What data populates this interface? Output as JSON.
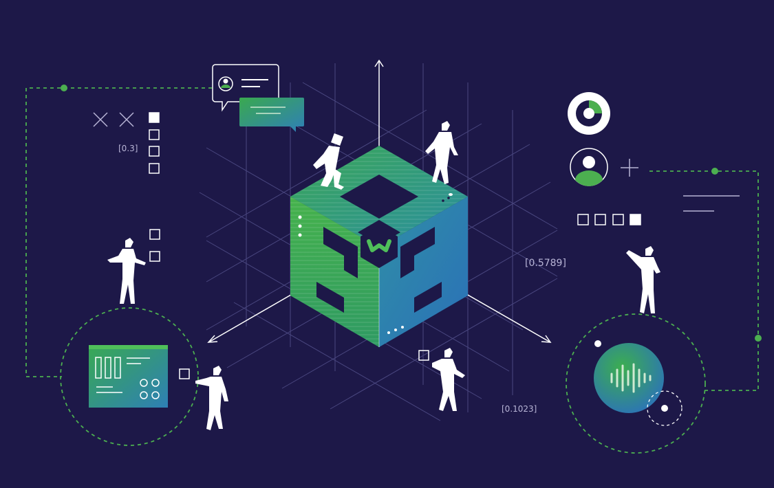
{
  "readouts": {
    "value_a": "[0.3]",
    "value_b": "[0.5789]",
    "value_c": "[0.1023]"
  },
  "colors": {
    "background": "#1d1848",
    "accent_green": "#3fae4f",
    "accent_blue": "#2f86b6",
    "line_white": "#ffffff",
    "dashed_green": "#4caf50",
    "grid_line": "#5a5890"
  },
  "icons": [
    "central-cube-logo-icon",
    "user-profile-chat-icon",
    "message-bubble-icon",
    "donut-chart-icon",
    "user-avatar-icon",
    "plus-icon",
    "audio-waveform-icon",
    "dashboard-panel-icon",
    "close-x-icon",
    "checkbox-icon"
  ],
  "checkboxes": {
    "left_column": [
      true,
      false,
      false,
      false
    ],
    "right_row": [
      false,
      false,
      false,
      true
    ]
  }
}
